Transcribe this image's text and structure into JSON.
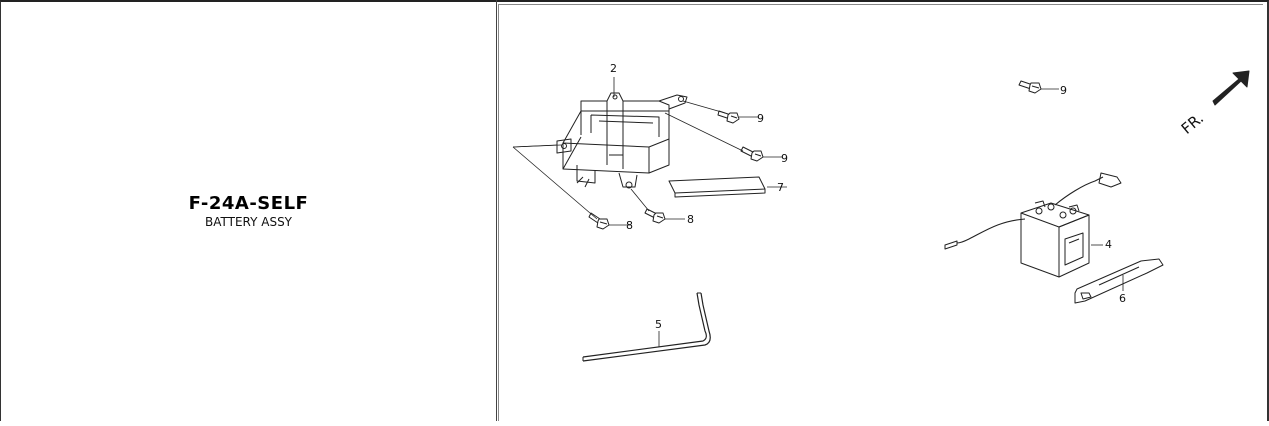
{
  "section": {
    "code": "F-24A-SELF",
    "name": "BATTERY ASSY"
  },
  "diagram": {
    "direction_label": "FR.",
    "callouts": {
      "bracket": "2",
      "bolt_upper_a": "9",
      "bolt_upper_b": "9",
      "bolt_top_right": "9",
      "pad": "7",
      "bolt_lower_a": "8",
      "bolt_lower_b": "8",
      "battery": "4",
      "strap": "6",
      "breather_tube": "5"
    }
  }
}
